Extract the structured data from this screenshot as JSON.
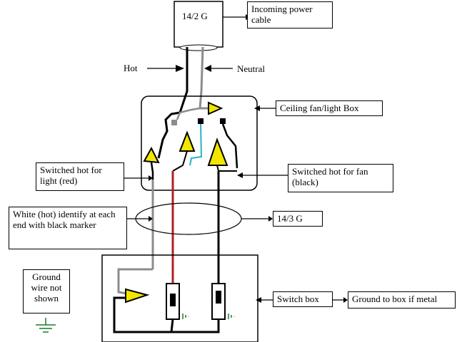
{
  "labels": {
    "incoming_cable": "14/2 G",
    "incoming_power": "Incoming power cable",
    "hot": "Hot",
    "neutral": "Neutral",
    "ceiling_box": "Ceiling fan/light Box",
    "switched_hot_light": "Switched hot for light (red)",
    "switched_hot_fan": "Switched hot for fan (black)",
    "white_hot": "White (hot) identify at each end with black marker",
    "cable_143": "14/3 G",
    "switch_box": "Switch box",
    "ground_to_box": "Ground to box if metal",
    "ground_not_shown": "Ground wire not shown"
  },
  "colors": {
    "wire_black": "#000000",
    "wire_white": "#8c8c8c",
    "wire_red": "#b22222",
    "wire_blue": "#2ab0c8",
    "connector_yellow": "#f2e600",
    "ground_green": "#1a7a2a"
  }
}
